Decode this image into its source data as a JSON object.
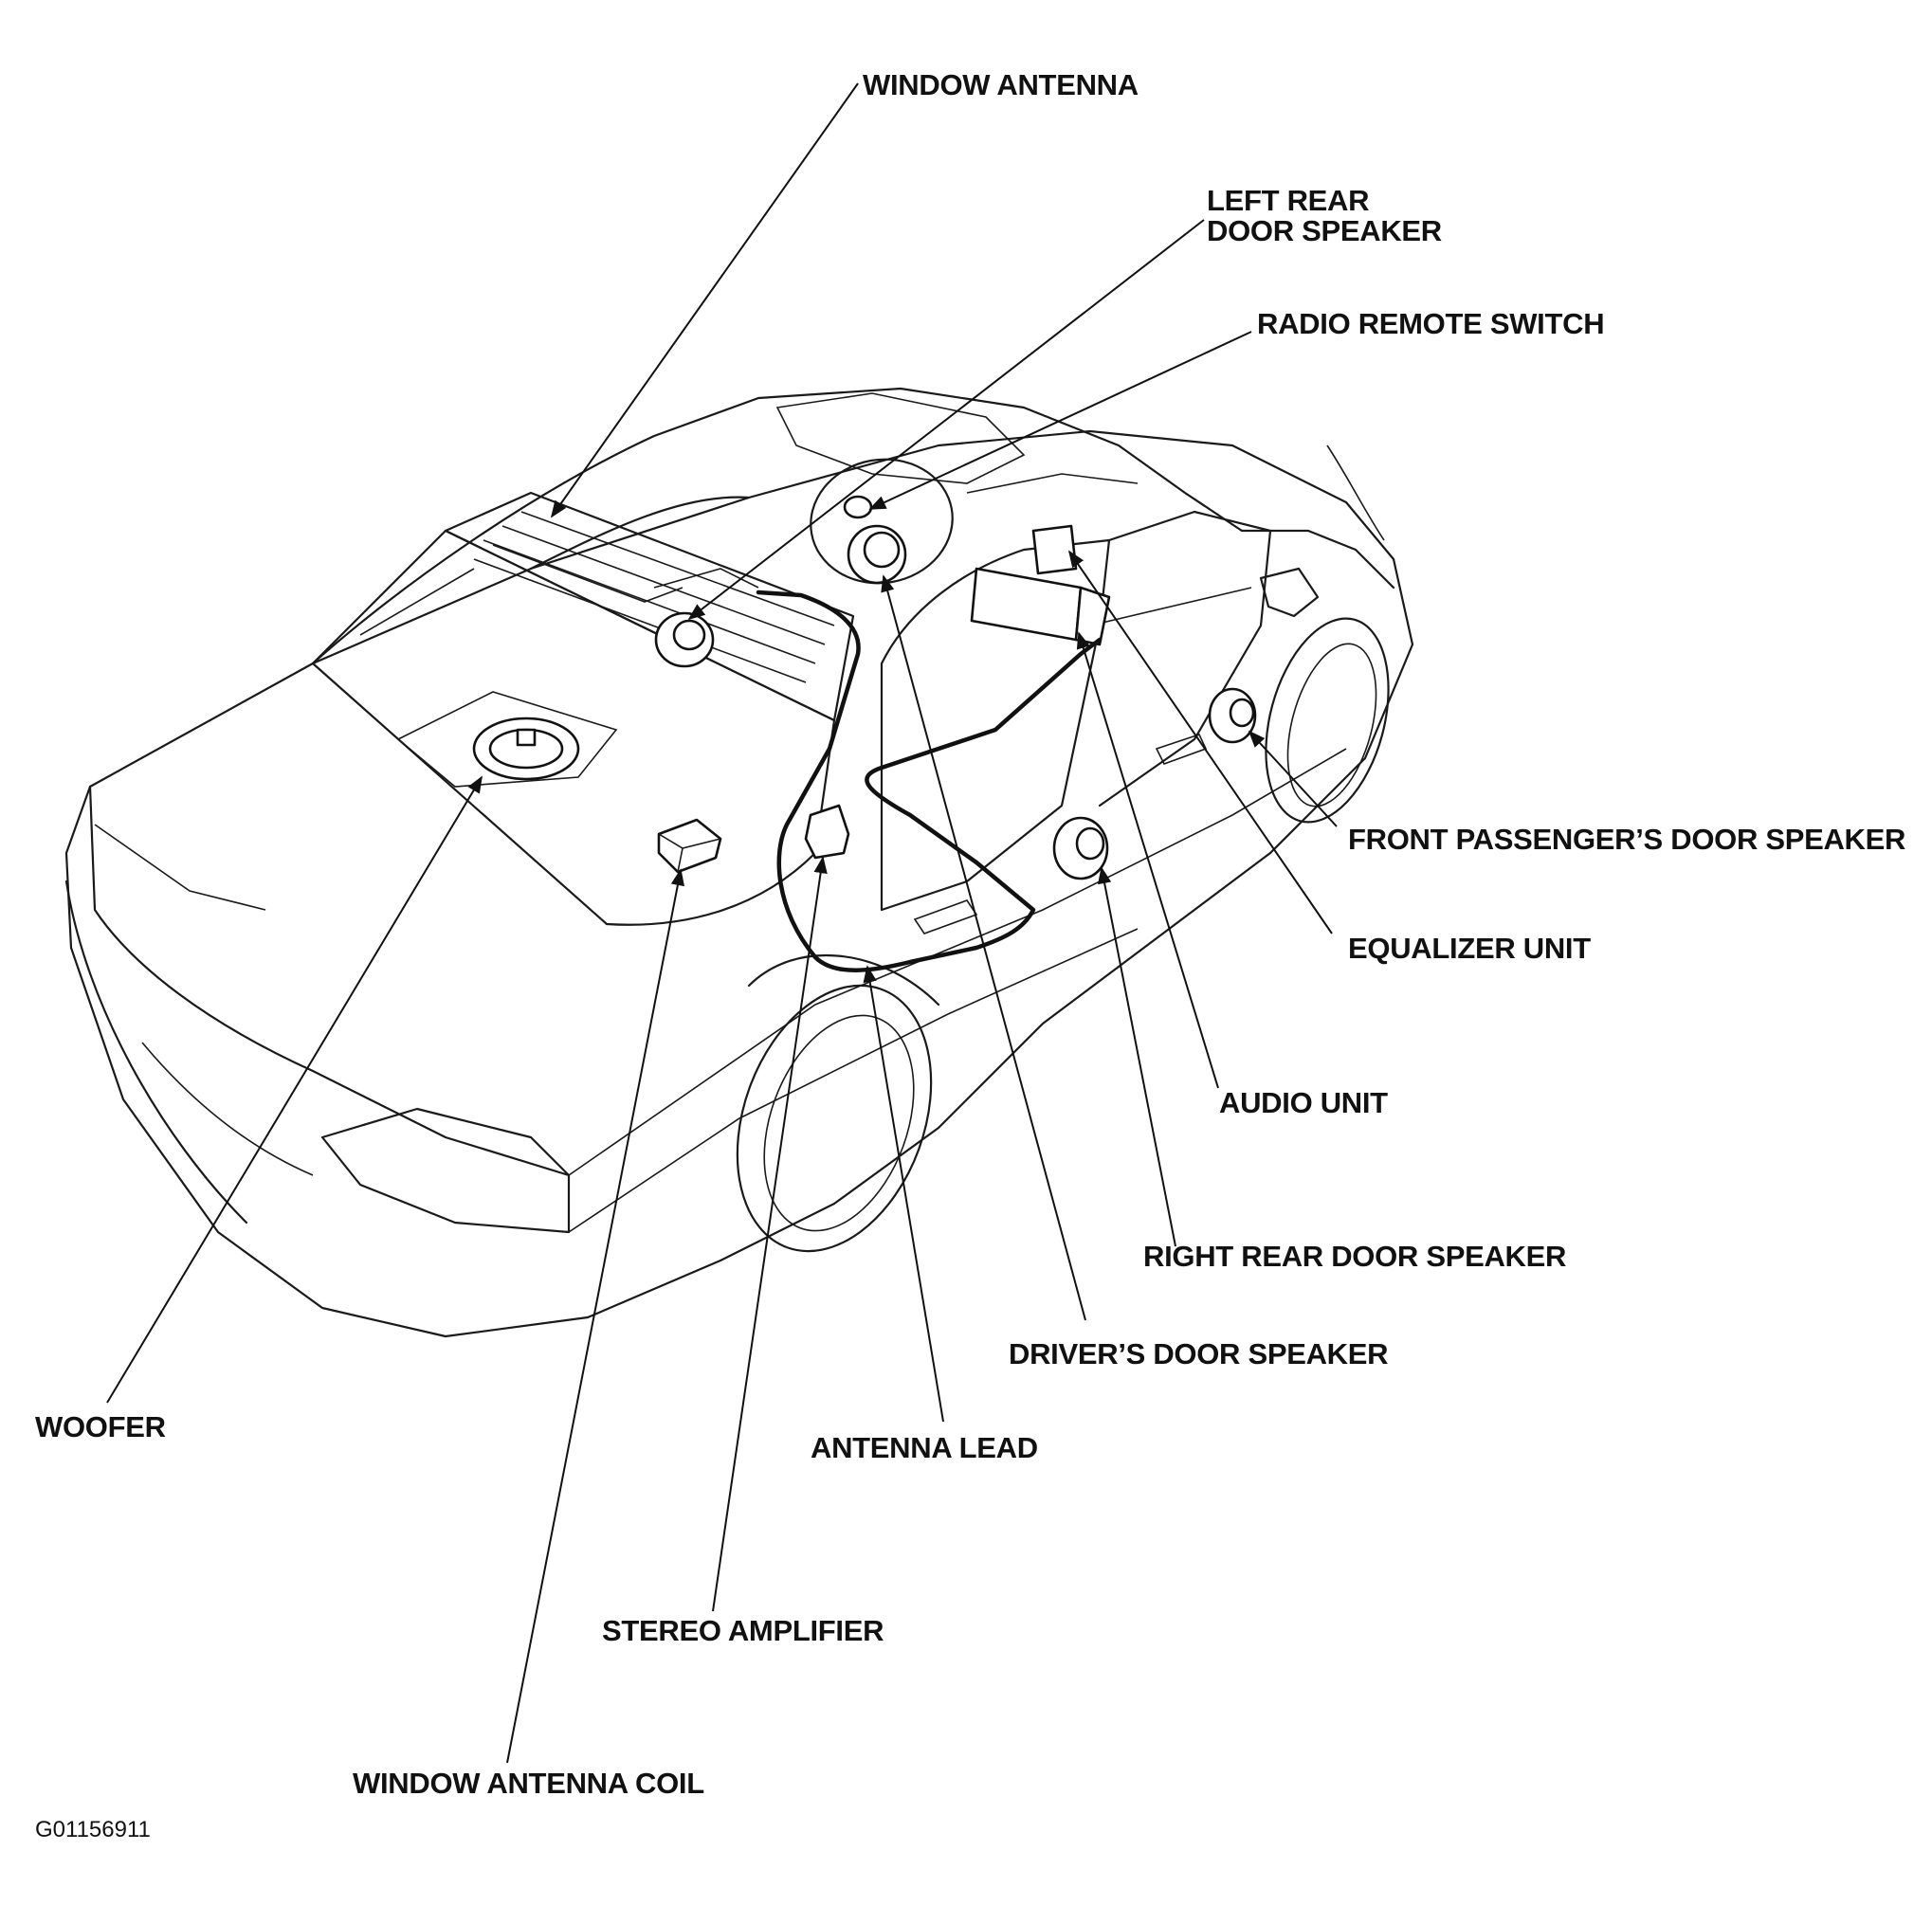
{
  "labels": {
    "window_antenna": "WINDOW ANTENNA",
    "left_rear_door_speaker_line1": "LEFT REAR",
    "left_rear_door_speaker_line2": "DOOR SPEAKER",
    "radio_remote_switch": "RADIO REMOTE SWITCH",
    "front_passengers_door_speaker": "FRONT PASSENGER’S DOOR SPEAKER",
    "equalizer_unit": "EQUALIZER UNIT",
    "audio_unit": "AUDIO UNIT",
    "right_rear_door_speaker": "RIGHT REAR DOOR SPEAKER",
    "drivers_door_speaker": "DRIVER’S DOOR SPEAKER",
    "woofer": "WOOFER",
    "antenna_lead": "ANTENNA LEAD",
    "stereo_amplifier": "STEREO AMPLIFIER",
    "window_antenna_coil": "WINDOW ANTENNA COIL"
  },
  "figure_code": "G01156911"
}
